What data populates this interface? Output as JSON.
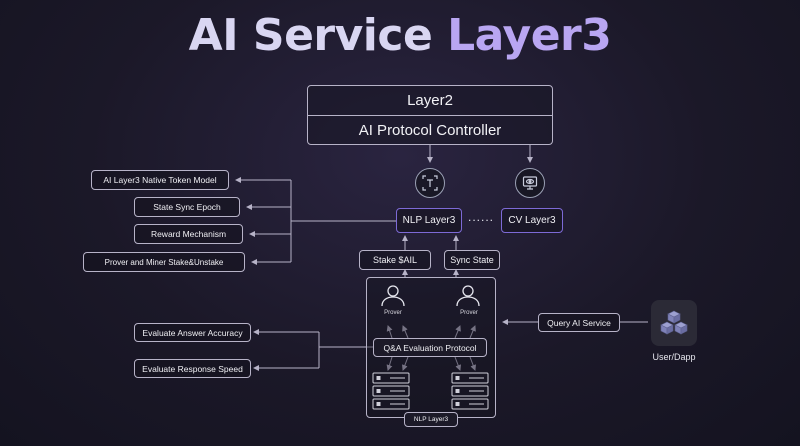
{
  "title": {
    "part1": "AI Service",
    "part2": "Layer3"
  },
  "layer2": {
    "title": "Layer2",
    "subtitle": "AI Protocol Controller"
  },
  "icons": {
    "nlp_icon": "text-recognition-icon",
    "cv_icon": "screen-eye-icon",
    "prover_icon": "person-icon",
    "server_icon": "server-rack-icon",
    "user_icon": "cubes-icon"
  },
  "layers": {
    "nlp": "NLP Layer3",
    "dots": "......",
    "cv": "CV Layer3"
  },
  "left_list": [
    "AI Layer3 Native Token Model",
    "State Sync Epoch",
    "Reward Mechanism",
    "Prover and Miner Stake&Unstake"
  ],
  "actions": {
    "stake": "Stake $AIL",
    "sync": "Sync State"
  },
  "container": {
    "prover_left": "Prover",
    "prover_right": "Prover",
    "protocol": "Q&A Evaluation Protocol",
    "label": "NLP Layer3"
  },
  "evaluate": [
    "Evaluate Answer Accuracy",
    "Evaluate Response Speed"
  ],
  "query": "Query AI Service",
  "user": "User/Dapp",
  "colors": {
    "accent": "#7d6ad6",
    "title_light": "#d9d6f2",
    "title_accent": "#b9a6f2"
  }
}
